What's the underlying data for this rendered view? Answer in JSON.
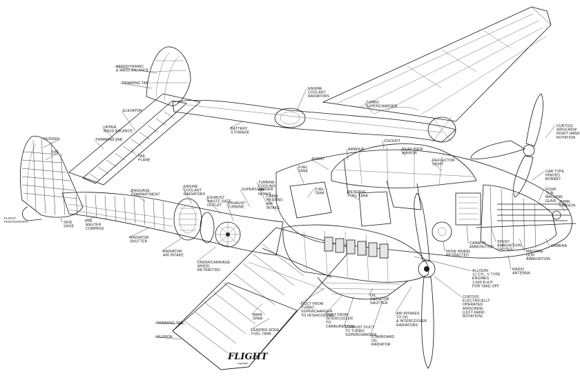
{
  "diagram": {
    "labels": [
      {
        "id": "aero-mass",
        "lines": [
          "AERODYNAMIC",
          "& MASS BALANCE"
        ]
      },
      {
        "id": "trimming-tab-top",
        "lines": [
          "TRIMMING TAB"
        ]
      },
      {
        "id": "elevator",
        "lines": [
          "ELEVATOR"
        ]
      },
      {
        "id": "upper-mass",
        "lines": [
          "UPPER",
          "MASS BALANCE"
        ]
      },
      {
        "id": "trimming-tab-mid",
        "lines": [
          "TRIMMING TAB"
        ]
      },
      {
        "id": "rudder",
        "lines": [
          "RUDDER"
        ]
      },
      {
        "id": "fin",
        "lines": [
          "FIN"
        ]
      },
      {
        "id": "tail-plane",
        "lines": [
          "TAIL",
          "PLANE"
        ]
      },
      {
        "id": "baggage",
        "lines": [
          "BAGGAGE",
          "COMPARTMENT"
        ]
      },
      {
        "id": "engine-coolant-rad-left",
        "lines": [
          "ENGINE",
          "COOLANT",
          "RADIATORS"
        ]
      },
      {
        "id": "skid-shoe",
        "lines": [
          "SKID",
          "SHOE"
        ]
      },
      {
        "id": "d-r-master-compass",
        "lines": [
          "D/R",
          "MASTER",
          "COMPASS"
        ]
      },
      {
        "id": "radiator-shutter",
        "lines": [
          "RADIATOR",
          "SHUTTER"
        ]
      },
      {
        "id": "radiator-air-intake",
        "lines": [
          "RADIATOR",
          "AIR INTAKE"
        ]
      },
      {
        "id": "undercarriage",
        "lines": [
          "UNDERCARRIAGE",
          "WHEEL",
          "RETRACTED"
        ]
      },
      {
        "id": "trimming-tab-low",
        "lines": [
          "TRIMMING TAB"
        ]
      },
      {
        "id": "aileron",
        "lines": [
          "AILERON"
        ]
      },
      {
        "id": "main-spar",
        "lines": [
          "MAIN",
          "SPAR"
        ]
      },
      {
        "id": "leading-edge-tank",
        "lines": [
          "LEADING EDGE",
          "FUEL TANK"
        ]
      },
      {
        "id": "exhaust-waste-gate",
        "lines": [
          "EXHAUST",
          "WASTE GATE",
          "OUTLET"
        ]
      },
      {
        "id": "exhaust-turbine",
        "lines": [
          "EXHAUST",
          "TURBINE"
        ]
      },
      {
        "id": "supercharger",
        "lines": [
          "SUPERCHARGER"
        ]
      },
      {
        "id": "turbine-cooling",
        "lines": [
          "TURBINE",
          "COOLING",
          "AIR",
          "INTAKE"
        ]
      },
      {
        "id": "cabin-heating",
        "lines": [
          "CABIN",
          "HEATING",
          "AIR",
          "INTAKE"
        ]
      },
      {
        "id": "fuel-tank-mid",
        "lines": [
          "FUEL",
          "TANK"
        ]
      },
      {
        "id": "battery-stowage",
        "lines": [
          "BATTERY",
          "STOWAGE"
        ]
      },
      {
        "id": "engine-coolant-rad-right",
        "lines": [
          "ENGINE",
          "COOLANT",
          "RADIATORS"
        ]
      },
      {
        "id": "turbo-supercharger",
        "lines": [
          "TURBO",
          "SUPERCHARGER"
        ]
      },
      {
        "id": "radio",
        "lines": [
          "RADIO"
        ]
      },
      {
        "id": "armour",
        "lines": [
          "ARMOUR"
        ]
      },
      {
        "id": "cockpit",
        "lines": [
          "COCKPIT"
        ]
      },
      {
        "id": "rear-view-mirror",
        "lines": [
          "REAR VIEW",
          "MIRROR"
        ]
      },
      {
        "id": "reflector-sight",
        "lines": [
          "REFLECTOR",
          "SIGHT"
        ]
      },
      {
        "id": "reserve-fuel-tank",
        "lines": [
          "RESERVE",
          "FUEL TANK"
        ]
      },
      {
        "id": "fuel-tank-front",
        "lines": [
          "FUEL",
          "TANK"
        ]
      },
      {
        "id": "curtiss-right",
        "lines": [
          "CURTISS",
          "AIRSCREW",
          "RIGHT HAND",
          "ROTATION"
        ]
      },
      {
        "id": "car-type-hood",
        "lines": [
          "CAR TYPE",
          "HINGED",
          "BONNET"
        ]
      },
      {
        "id": "four-mg",
        "lines": [
          "FOUR",
          ".5 IN.",
          "MACHINE",
          "GUNS"
        ]
      },
      {
        "id": "cannon-20mm",
        "lines": [
          "20MM.",
          "CANNON"
        ]
      },
      {
        "id": "camera",
        "lines": [
          "CAMERA"
        ]
      },
      {
        "id": "nose-wheel",
        "lines": [
          "NOSE WHEEL",
          "RETRACTED"
        ]
      },
      {
        "id": "cannon-ammunition",
        "lines": [
          "CANNON",
          "AMMUNITION"
        ]
      },
      {
        "id": "spent-ammunition",
        "lines": [
          "SPENT",
          "AMMUNITION",
          "CHUTES"
        ]
      },
      {
        "id": "mg-ammunition",
        "lines": [
          "MACHINE",
          "GUN",
          "AMMUNITION"
        ]
      },
      {
        "id": "radio-antenna",
        "lines": [
          "RADIO",
          "ANTENNA"
        ]
      },
      {
        "id": "allison",
        "lines": [
          "ALLISON",
          "12 CYL. V TYPE",
          "ENGINES",
          "1,500 B.H.P.",
          "FOR TAKE-OFF"
        ]
      },
      {
        "id": "curtiss-left",
        "lines": [
          "CURTISS",
          "ELECTRICALLY",
          "OPERATED",
          "AIRSCREW",
          "(LEFT HAND",
          "ROTATION)"
        ]
      },
      {
        "id": "duct-turbo",
        "lines": [
          "DUCT FROM",
          "TURBO",
          "SUPERCHARGER",
          "TO INTERCOOLER"
        ]
      },
      {
        "id": "duct-intercooler",
        "lines": [
          "DUCT FROM",
          "INTERCOOLER",
          "TO",
          "CARBURETTOR"
        ]
      },
      {
        "id": "oil-radiator-shutter",
        "lines": [
          "OIL",
          "RADIATOR",
          "SHUTTER"
        ]
      },
      {
        "id": "air-intakes-oil",
        "lines": [
          "AIR INTAKES",
          "TO OIL",
          "& INTERCOOLER",
          "RADIATORS"
        ]
      },
      {
        "id": "exhaust-duct",
        "lines": [
          "EXHAUST DUCT",
          "TO TURBO",
          "SUPERCHARGER"
        ]
      },
      {
        "id": "starboard-oil",
        "lines": [
          "STARBOARD",
          "OIL",
          "RADIATOR"
        ]
      }
    ],
    "logo": {
      "name": "FLIGHT",
      "sub": "copyright"
    },
    "credit": {
      "lines": [
        "FLIGHT",
        "PHOTOGRAPH"
      ]
    }
  }
}
